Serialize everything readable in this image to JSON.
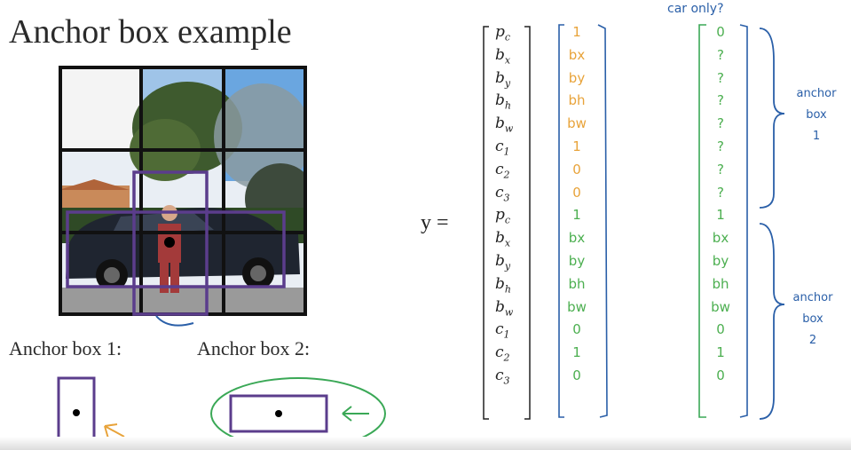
{
  "title": "Anchor box example",
  "anchor_box_1_label": "Anchor box 1:",
  "anchor_box_2_label": "Anchor box 2:",
  "y_equals": "y =",
  "vector_labels": [
    {
      "base": "p",
      "sub": "c"
    },
    {
      "base": "b",
      "sub": "x"
    },
    {
      "base": "b",
      "sub": "y"
    },
    {
      "base": "b",
      "sub": "h"
    },
    {
      "base": "b",
      "sub": "w"
    },
    {
      "base": "c",
      "sub": "1"
    },
    {
      "base": "c",
      "sub": "2"
    },
    {
      "base": "c",
      "sub": "3"
    },
    {
      "base": "p",
      "sub": "c"
    },
    {
      "base": "b",
      "sub": "x"
    },
    {
      "base": "b",
      "sub": "y"
    },
    {
      "base": "b",
      "sub": "h"
    },
    {
      "base": "b",
      "sub": "w"
    },
    {
      "base": "c",
      "sub": "1"
    },
    {
      "base": "c",
      "sub": "2"
    },
    {
      "base": "c",
      "sub": "3"
    }
  ],
  "column1": {
    "top": [
      "1",
      "bx",
      "by",
      "bh",
      "bw",
      "1",
      "0",
      "0"
    ],
    "bottom": [
      "1",
      "bx",
      "by",
      "bh",
      "bw",
      "0",
      "1",
      "0"
    ]
  },
  "column2": {
    "top": [
      "0",
      "?",
      "?",
      "?",
      "?",
      "?",
      "?",
      "?"
    ],
    "bottom": [
      "1",
      "bx",
      "by",
      "bh",
      "bw",
      "0",
      "1",
      "0"
    ]
  },
  "annotations": {
    "car_only": "car only?",
    "anchor_box_1": [
      "anchor",
      "box",
      "1"
    ],
    "anchor_box_2": [
      "anchor",
      "box",
      "2"
    ]
  },
  "colors": {
    "grid": "#111111",
    "anchor_box": "#5b3d8c",
    "orange_ink": "#e8a33a",
    "green_ink": "#4caf50",
    "blue_ink": "#2a5fa8",
    "green_circle": "#3aa856"
  }
}
